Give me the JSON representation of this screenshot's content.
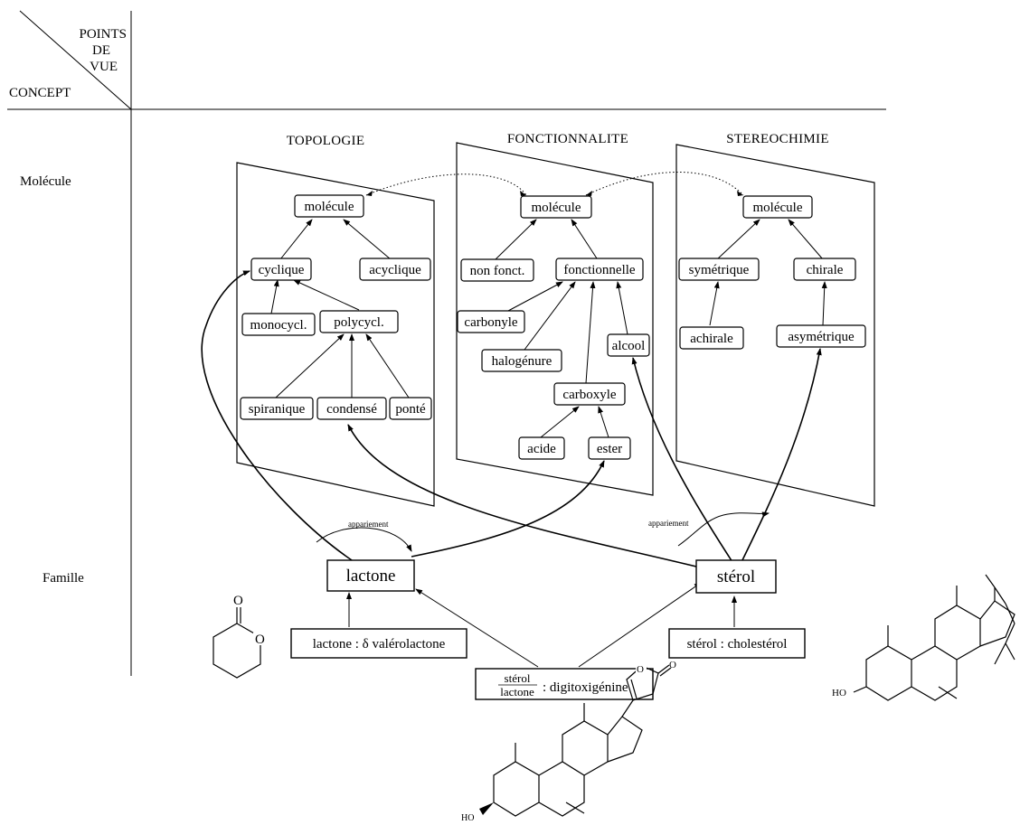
{
  "header": {
    "points_de_vue": [
      "POINTS",
      "DE",
      "VUE"
    ],
    "concept": "CONCEPT"
  },
  "rows": {
    "molecule": "Molécule",
    "famille": "Famille"
  },
  "planes": {
    "topologie": {
      "title": "TOPOLOGIE",
      "nodes": {
        "molecule": "molécule",
        "cyclique": "cyclique",
        "acyclique": "acyclique",
        "monocycl": "monocycl.",
        "polycycl": "polycycl.",
        "spiranique": "spiranique",
        "condense": "condensé",
        "ponte": "ponté"
      }
    },
    "fonctionnalite": {
      "title": "FONCTIONNALITE",
      "nodes": {
        "molecule": "molécule",
        "non_fonct": "non fonct.",
        "fonctionnelle": "fonctionnelle",
        "carbonyle": "carbonyle",
        "halogenure": "halogénure",
        "alcool": "alcool",
        "carboxyle": "carboxyle",
        "acide": "acide",
        "ester": "ester"
      }
    },
    "stereochimie": {
      "title": "STEREOCHIMIE",
      "nodes": {
        "molecule": "molécule",
        "symetrique": "symétrique",
        "chirale": "chirale",
        "achirale": "achirale",
        "asymetrique": "asymétrique"
      }
    }
  },
  "families": {
    "lactone": "lactone",
    "sterol": "stérol",
    "lactone_instance": "lactone : δ valérolactone",
    "sterol_instance": "stérol : cholestérol",
    "both_instance_top": "stérol",
    "both_instance_bottom": "lactone",
    "both_instance_name": ": digitoxigénine"
  },
  "annotations": {
    "appariement_left": "appariement",
    "appariement_right": "appariement"
  },
  "structures": {
    "oxygen": "O",
    "hydroxyl": "HO"
  }
}
